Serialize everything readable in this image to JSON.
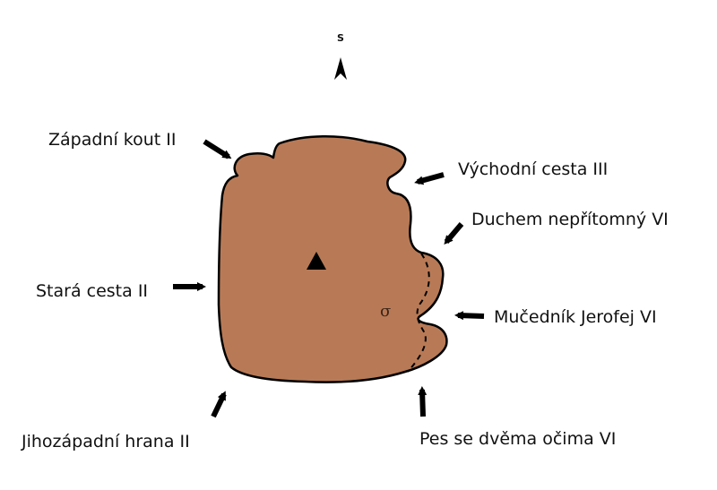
{
  "compass": {
    "letter": "S",
    "icon": "north-arrow-icon"
  },
  "rock": {
    "fill_color": "#b87a56",
    "outline_color": "#000000",
    "summit_icon": "triangle-icon",
    "symbol": "σ"
  },
  "routes": [
    {
      "id": "zapadni-kout",
      "label": "Západní kout II"
    },
    {
      "id": "vychodni-cesta",
      "label": "Východní cesta III"
    },
    {
      "id": "duchem-nepritomny",
      "label": "Duchem nepřítomný VI"
    },
    {
      "id": "stara-cesta",
      "label": "Stará cesta II"
    },
    {
      "id": "mucednik-jerofej",
      "label": "Mučedník Jerofej VI"
    },
    {
      "id": "jihozapadni-hrana",
      "label": "Jihozápadní hrana II"
    },
    {
      "id": "pes-se-dvema-ocima",
      "label": "Pes se dvěma očima VI"
    }
  ]
}
